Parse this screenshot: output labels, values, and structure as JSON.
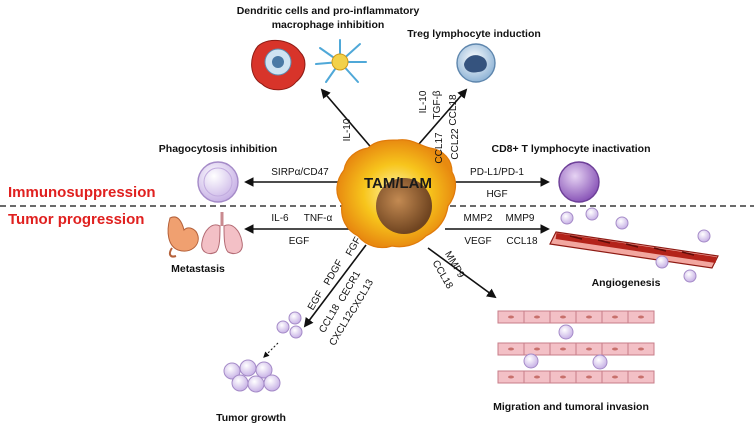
{
  "center_label": "TAM/LAM",
  "sections": {
    "top": "Immunosuppression",
    "bottom": "Tumor progression"
  },
  "titles": {
    "dendritic_line1": "Dendritic cells and pro-inflammatory",
    "dendritic_line2": "macrophage inhibition",
    "treg": "Treg lymphocyte induction",
    "phagocytosis": "Phagocytosis inhibition",
    "cd8": "CD8+ T lymphocyte inactivation",
    "metastasis": "Metastasis",
    "angiogenesis": "Angiogenesis",
    "tumor_growth": "Tumor growth",
    "migration": "Migration and tumoral invasion"
  },
  "mediators": {
    "il10_dendritic": "IL-10",
    "treg_1": "IL-10",
    "treg_2": "TGF-β",
    "treg_3": "CCL18",
    "treg_4": "CCL17",
    "treg_5": "CCL22",
    "sirp": "SIRPα/CD47",
    "pdl1": "PD-L1/PD-1",
    "hgf": "HGF",
    "il6": "IL-6",
    "tnfa": "TNF-α",
    "egf_meta": "EGF",
    "mmp2": "MMP2",
    "mmp9_angio": "MMP9",
    "vegf": "VEGF",
    "ccl18_angio": "CCL18",
    "mmp9_mig": "MMP9",
    "ccl18_mig": "CCL18",
    "egf_growth": "EGF",
    "pdgf": "PDGF",
    "fgf_1": "FGF",
    "ccl18_growth": "CCL18",
    "cxcl12": "CXCL12",
    "cecr1": "CECR1",
    "cxcl13": "CXCL13"
  },
  "colors": {
    "section_red": "#e0201f",
    "tam_yellow": "#f7c51c",
    "tam_nucleus": "#8b5a2b",
    "cell_lilac": "#d7c7ec",
    "vessel_red": "#b3231a",
    "tissue_pink": "#f3c0c6"
  }
}
